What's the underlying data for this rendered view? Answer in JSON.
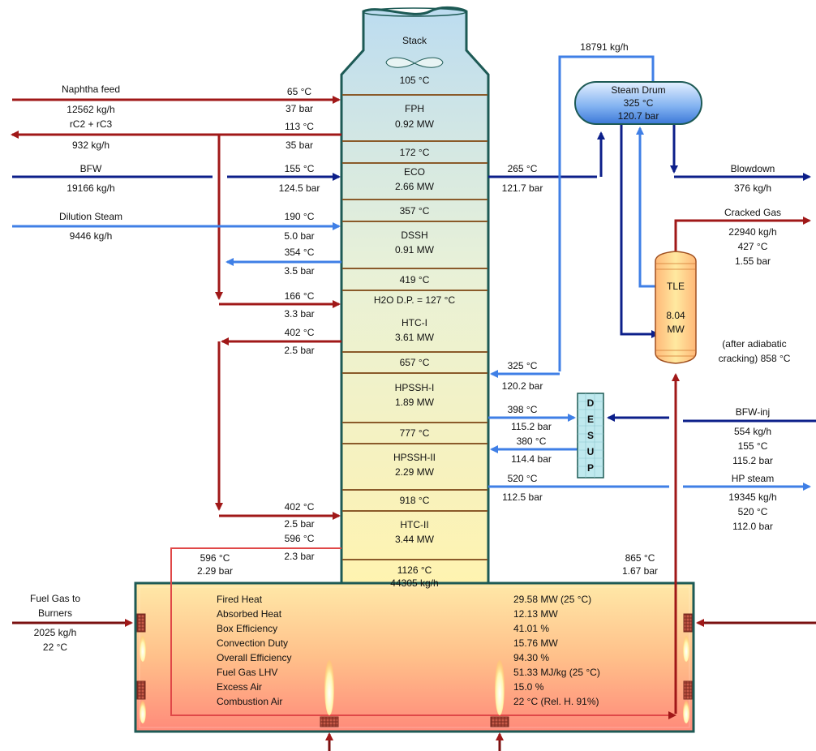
{
  "stack": {
    "label": "Stack",
    "temp_top": "105 °C",
    "sections": [
      {
        "name": "FPH",
        "duty": "0.92 MW"
      },
      {
        "name": "ECO",
        "duty": "2.66 MW"
      },
      {
        "name": "DSSH",
        "duty": "0.91 MW"
      },
      {
        "name": "HTC-I",
        "duty": "3.61 MW"
      },
      {
        "name": "HPSSH-I",
        "duty": "1.89 MW"
      },
      {
        "name": "HPSSH-II",
        "duty": "2.29 MW"
      },
      {
        "name": "HTC-II",
        "duty": "3.44 MW"
      }
    ],
    "temps": [
      "172 °C",
      "357 °C",
      "419 °C",
      "657 °C",
      "777 °C",
      "918 °C"
    ],
    "h2o_dp": "H2O D.P. = 127 °C",
    "bottom_temp": "1126 °C",
    "bottom_flow": "44305 kg/h"
  },
  "left_streams": {
    "naphtha": {
      "label": "Naphtha feed",
      "flow": "12562 kg/h",
      "temp": "65 °C",
      "press": "37 bar"
    },
    "rc2rc3": {
      "label": "rC2 + rC3",
      "flow": "932 kg/h",
      "temp": "113 °C",
      "press": "35 bar"
    },
    "bfw": {
      "label": "BFW",
      "flow": "19166 kg/h",
      "temp": "155 °C",
      "press": "124.5 bar"
    },
    "dilution": {
      "label": "Dilution Steam",
      "flow": "9446 kg/h",
      "temp": "190 °C",
      "press": "5.0 bar"
    },
    "dsh_out": {
      "temp": "354 °C",
      "press": "3.5 bar"
    },
    "htc1_in": {
      "temp": "166 °C",
      "press": "3.3 bar"
    },
    "htc1_out": {
      "temp": "402 °C",
      "press": "2.5 bar"
    },
    "htc2_in": {
      "temp": "402 °C",
      "press": "2.5 bar"
    },
    "htc2_out": {
      "temp": "596 °C",
      "press": "2.3 bar"
    },
    "radiant_in": {
      "temp": "596 °C",
      "press": "2.29 bar"
    }
  },
  "right_streams": {
    "drum_vapor": "18791 kg/h",
    "eco_out": {
      "temp": "265 °C",
      "press": "121.7 bar"
    },
    "hpssh1_in": {
      "temp": "325 °C",
      "press": "120.2 bar"
    },
    "desup_in": {
      "temp": "398 °C",
      "press": "115.2 bar"
    },
    "desup_out": {
      "temp": "380 °C",
      "press": "114.4 bar"
    },
    "hp_out": {
      "temp": "520 °C",
      "press": "112.5 bar"
    },
    "radiant_out": {
      "temp": "865 °C",
      "press": "1.67 bar"
    }
  },
  "steam_drum": {
    "label": "Steam Drum",
    "temp": "325 °C",
    "press": "120.7 bar"
  },
  "blowdown": {
    "label": "Blowdown",
    "flow": "376 kg/h"
  },
  "cracked_gas": {
    "label": "Cracked Gas",
    "flow": "22940 kg/h",
    "temp": "427 °C",
    "press": "1.55 bar"
  },
  "tle": {
    "label": "TLE",
    "duty_value": "8.04",
    "duty_unit": "MW"
  },
  "adiabatic": {
    "line1": "(after adiabatic",
    "line2": "cracking) 858 °C"
  },
  "desup": {
    "letters": [
      "D",
      "E",
      "S",
      "U",
      "P"
    ]
  },
  "bfw_inj": {
    "label": "BFW-inj",
    "flow": "554 kg/h",
    "temp": "155 °C",
    "press": "115.2 bar"
  },
  "hp_steam": {
    "label": "HP steam",
    "flow": "19345 kg/h",
    "temp": "520 °C",
    "press": "112.0 bar"
  },
  "fuel_gas": {
    "line1": "Fuel Gas to",
    "line2": "Burners",
    "flow": "2025 kg/h",
    "temp": "22 °C"
  },
  "summary": [
    {
      "label": "Fired Heat",
      "value": "29.58 MW (25 °C)"
    },
    {
      "label": "Absorbed Heat",
      "value": "12.13 MW"
    },
    {
      "label": "Box Efficiency",
      "value": "41.01 %"
    },
    {
      "label": "Convection Duty",
      "value": "15.76 MW"
    },
    {
      "label": "Overall Efficiency",
      "value": "94.30 %"
    },
    {
      "label": "Fuel Gas LHV",
      "value": "51.33 MJ/kg (25 °C)"
    },
    {
      "label": "Excess Air",
      "value": "15.0 %"
    },
    {
      "label": "Combustion Air",
      "value": "22 °C (Rel. H. 91%)"
    }
  ],
  "colors": {
    "red": "#a01818",
    "darkblue": "#0c1f8a",
    "lightblue": "#3f7fe6",
    "outline": "#1d5a55",
    "band": "#8a5a2a"
  }
}
